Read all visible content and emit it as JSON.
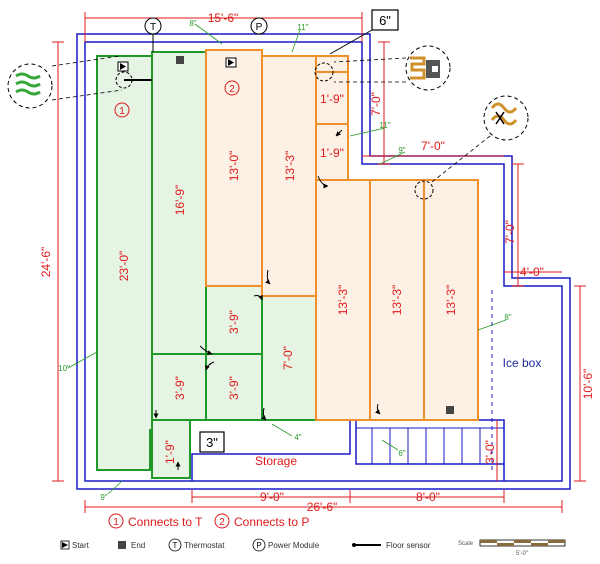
{
  "dims": {
    "top_total": "15'-6\"",
    "left_total": "24'-6\"",
    "bottom_total": "26'-6\"",
    "bottom_left": "9'-0\"",
    "bottom_right": "8'-0\"",
    "right_upper": "7'-0\"",
    "right_step": "7'-0\"",
    "right_mid": "7'-0\"",
    "right_small": "4'-0\"",
    "right_lower": "10'-6\"",
    "ice_box_depth": "3'-0\""
  },
  "boxes": {
    "top_gap": "6\"",
    "bottom_gap": "3\""
  },
  "gaps": {
    "g8a": "8\"",
    "g11a": "11\"",
    "g11b": "11\"",
    "g9a": "9\"",
    "g8b": "8\"",
    "g10": "10\"",
    "g4": "4\"",
    "g6": "6\"",
    "g9b": "9\""
  },
  "mats": {
    "m1": "23'-0\"",
    "m2": "16'-9\"",
    "m3": "13'-0\"",
    "m4": "13'-3\"",
    "m5": "1'-9\"",
    "m6": "1'-9\"",
    "m7": "13'-3\"",
    "m8": "13'-3\"",
    "m9": "13'-3\"",
    "m10": "3'-9\"",
    "m11": "7'-0\"",
    "m12": "3'-9\"",
    "m13": "3'-9\"",
    "m14": "1'-9\""
  },
  "rooms": {
    "storage": "Storage",
    "ice_box": "Ice box"
  },
  "markers": {
    "one": "1",
    "two": "2",
    "t": "T",
    "p": "P"
  },
  "legend": {
    "one_text": "Connects to T",
    "two_text": "Connects to P",
    "start": "Start",
    "end": "End",
    "thermostat": "Thermostat",
    "power": "Power Module",
    "sensor": "Floor sensor",
    "scale": "Scale",
    "scale_value": "5'-0\""
  },
  "colors": {
    "wall": "#1a1ac8",
    "dim": "#e01a1a",
    "green": "#1f9a2a",
    "orange": "#f0902a"
  }
}
